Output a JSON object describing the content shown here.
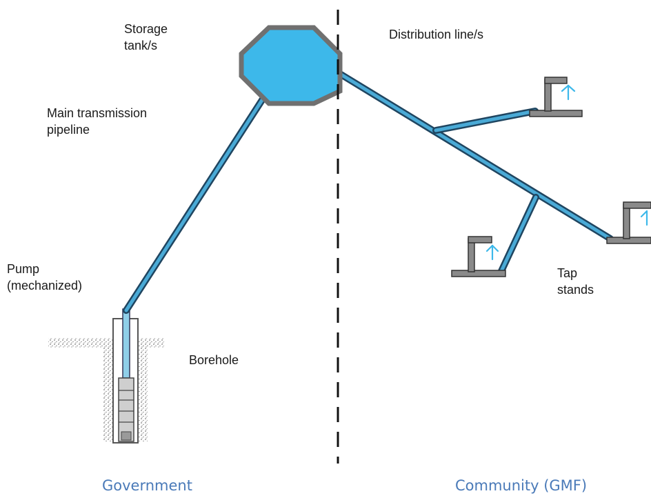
{
  "labels": {
    "storage_tank": "Storage\ntank/s",
    "distribution": "Distribution line/s",
    "main_pipeline": "Main transmission\npipeline",
    "pump": "Pump\n(mechanized)",
    "tap_stands": "Tap\nstands",
    "borehole": "Borehole"
  },
  "footer": {
    "left": "Government",
    "right": "Community (GMF)"
  },
  "colors": {
    "water": "#3db8ea",
    "pipe_fill": "#4aaad6",
    "pipe_outline": "#1f4560",
    "tank_rim": "#707070",
    "tap_gray": "#8a8a8a",
    "boundary": "#111111",
    "footer_text": "#4a7ab8"
  }
}
